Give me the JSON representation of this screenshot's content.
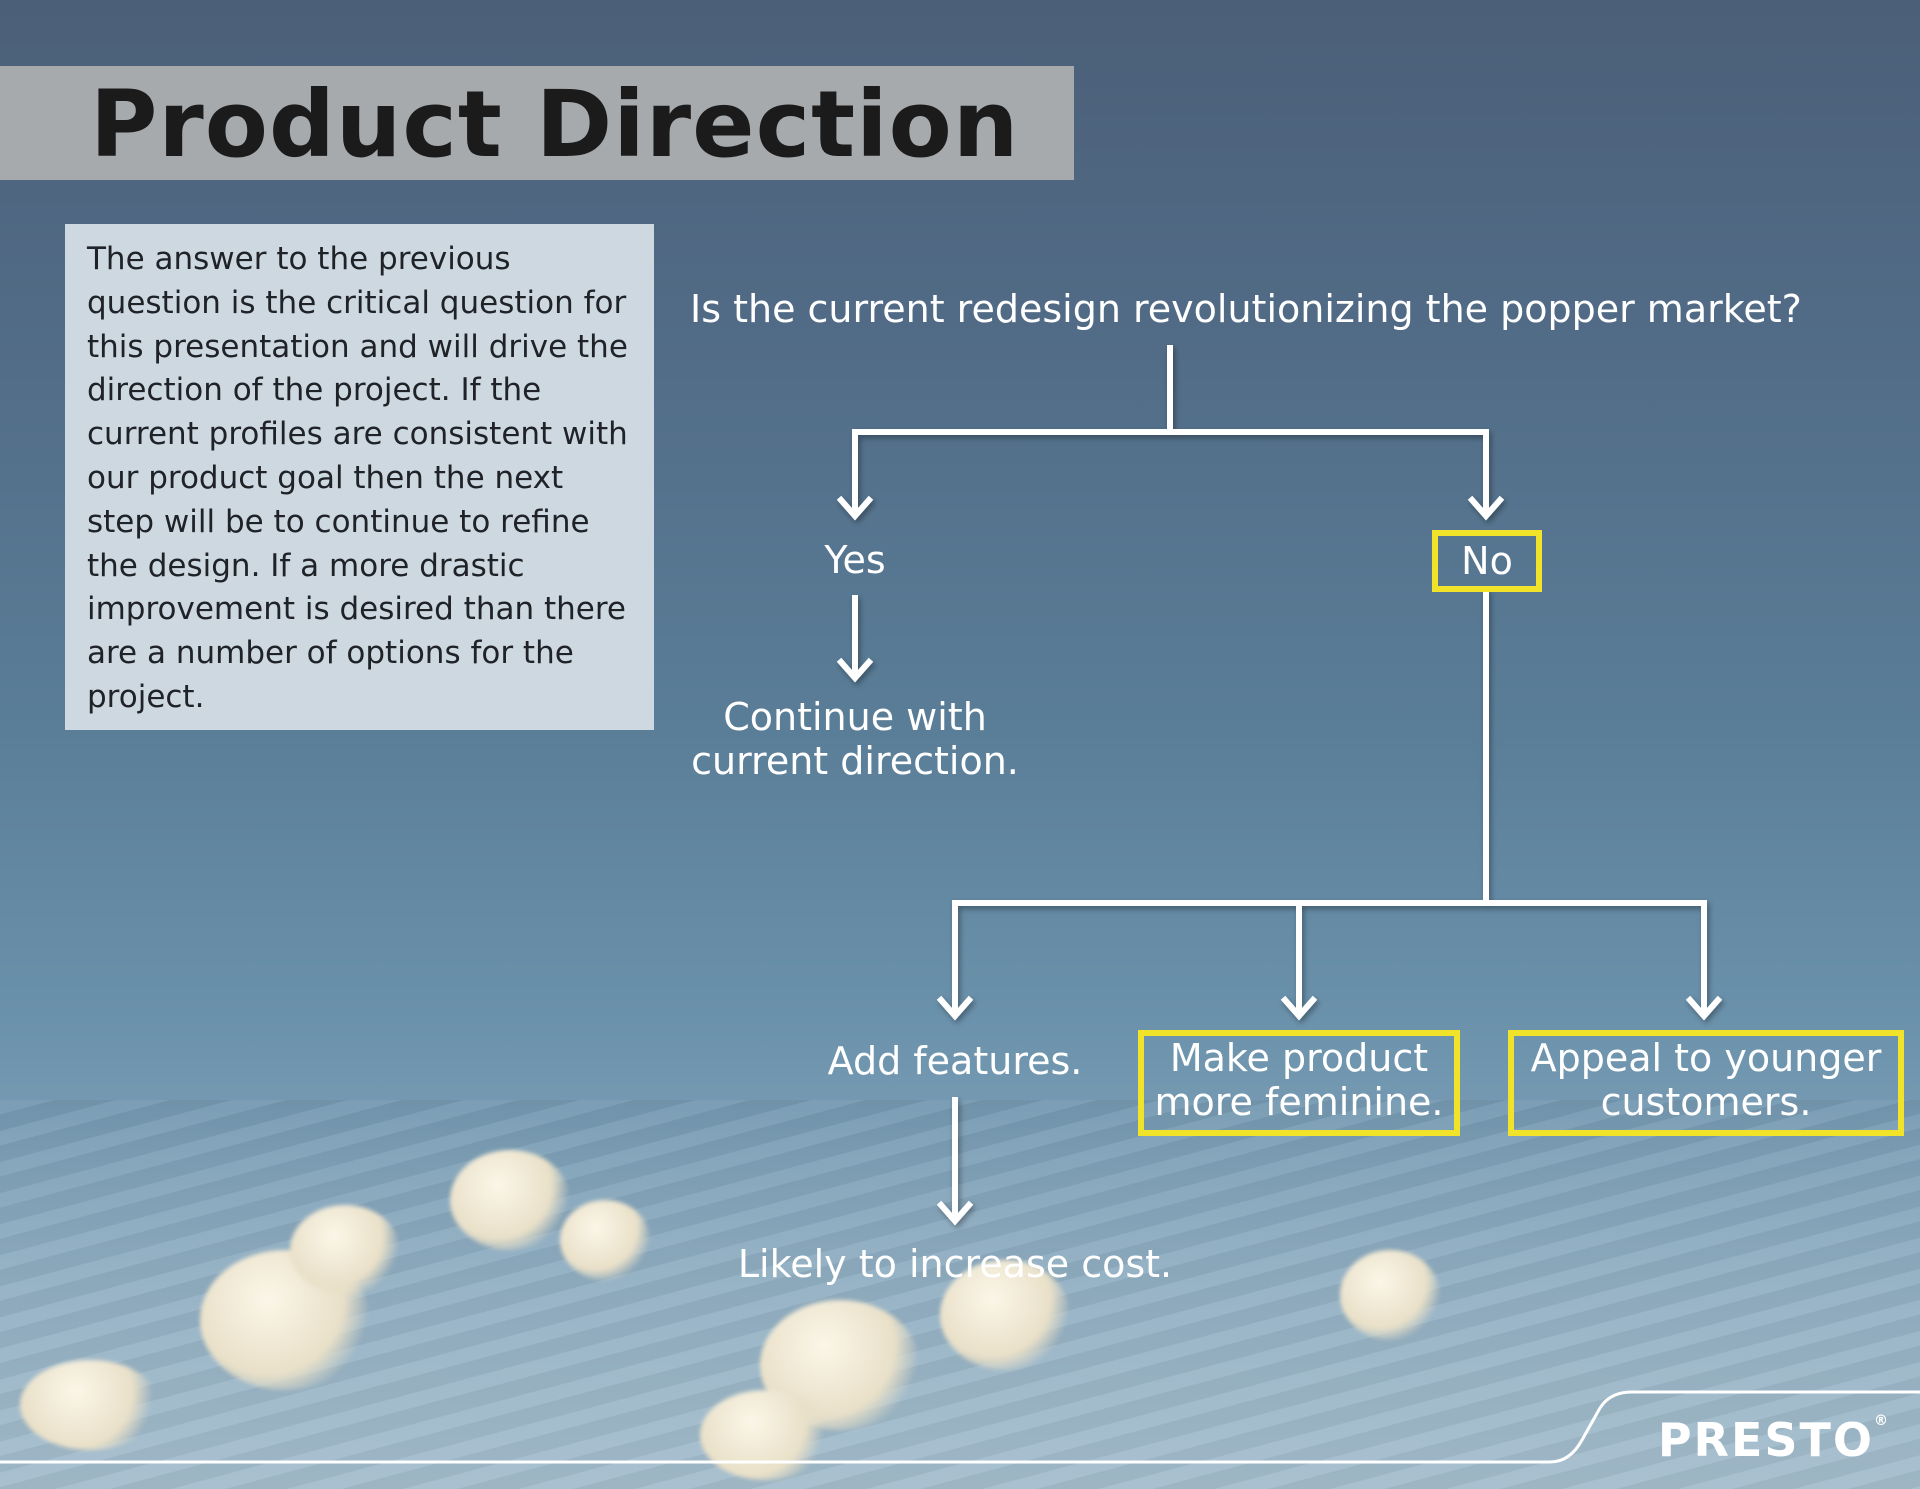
{
  "title": "Product Direction",
  "info_text": "The answer to the previous question is the critical question for this presentation and will drive the direction of the project. If the current profiles are consistent with our product goal then the next step will be to continue to refine the design. If a more drastic improvement is desired than there are a number of options for the project.",
  "flow": {
    "question": "Is the current redesign revolutionizing the popper market?",
    "yes": "Yes",
    "yes_result_line1": "Continue with",
    "yes_result_line2": "current direction.",
    "no": "No",
    "option_add": "Add features.",
    "option_feminine_line1": "Make product",
    "option_feminine_line2": "more feminine.",
    "option_younger_line1": "Appeal to younger",
    "option_younger_line2": "customers.",
    "add_result": "Likely to increase cost."
  },
  "brand": {
    "logo": "PRESTO",
    "mark": "®"
  },
  "colors": {
    "highlight": "#f0e32a",
    "lines": "#ffffff",
    "title_bar": "#a7aaad",
    "info_box": "#ced8e1"
  }
}
